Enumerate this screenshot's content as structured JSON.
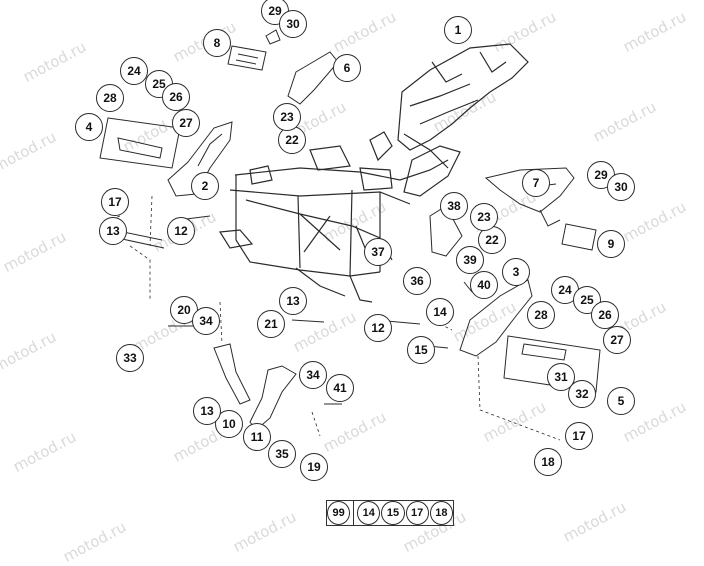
{
  "watermark": {
    "text": "motod.ru"
  },
  "colors": {
    "line": "#2b2b2b",
    "watermark": "#d9d9d9",
    "background": "#ffffff"
  },
  "callouts": [
    {
      "label": "1"
    },
    {
      "label": "2"
    },
    {
      "label": "3"
    },
    {
      "label": "4"
    },
    {
      "label": "5"
    },
    {
      "label": "6"
    },
    {
      "label": "7"
    },
    {
      "label": "8"
    },
    {
      "label": "9"
    },
    {
      "label": "10"
    },
    {
      "label": "11"
    },
    {
      "label": "12"
    },
    {
      "label": "12"
    },
    {
      "label": "13"
    },
    {
      "label": "13"
    },
    {
      "label": "13"
    },
    {
      "label": "14"
    },
    {
      "label": "15"
    },
    {
      "label": "17"
    },
    {
      "label": "17"
    },
    {
      "label": "18"
    },
    {
      "label": "19"
    },
    {
      "label": "20"
    },
    {
      "label": "21"
    },
    {
      "label": "22"
    },
    {
      "label": "22"
    },
    {
      "label": "23"
    },
    {
      "label": "23"
    },
    {
      "label": "24"
    },
    {
      "label": "24"
    },
    {
      "label": "25"
    },
    {
      "label": "25"
    },
    {
      "label": "26"
    },
    {
      "label": "26"
    },
    {
      "label": "27"
    },
    {
      "label": "27"
    },
    {
      "label": "28"
    },
    {
      "label": "28"
    },
    {
      "label": "29"
    },
    {
      "label": "29"
    },
    {
      "label": "30"
    },
    {
      "label": "30"
    },
    {
      "label": "31"
    },
    {
      "label": "32"
    },
    {
      "label": "33"
    },
    {
      "label": "34"
    },
    {
      "label": "34"
    },
    {
      "label": "35"
    },
    {
      "label": "36"
    },
    {
      "label": "37"
    },
    {
      "label": "38"
    },
    {
      "label": "39"
    },
    {
      "label": "40"
    },
    {
      "label": "41"
    }
  ],
  "kit": {
    "main": "99",
    "items": [
      "14",
      "15",
      "17",
      "18"
    ]
  }
}
